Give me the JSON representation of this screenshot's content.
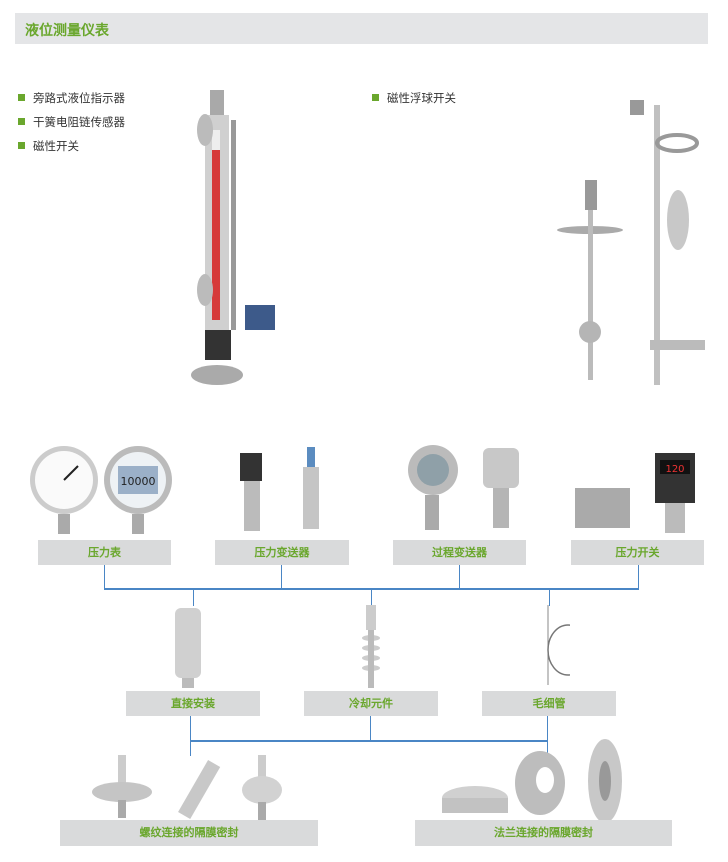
{
  "header": {
    "title": "液位测量仪表"
  },
  "left_list": [
    "旁路式液位指示器",
    "干簧电阻链传感器",
    "磁性开关"
  ],
  "right_list": [
    "磁性浮球开关"
  ],
  "row1": [
    "压力表",
    "压力变送器",
    "过程变送器",
    "压力开关"
  ],
  "row2": [
    "直接安装",
    "冷却元件",
    "毛细管"
  ],
  "row3": [
    "螺纹连接的隔膜密封",
    "法兰连接的隔膜密封"
  ],
  "gauge_display": "10000",
  "switch_display": "120",
  "colors": {
    "accent": "#6aa72d",
    "line": "#4a86c5",
    "box": "#d9dadb"
  }
}
